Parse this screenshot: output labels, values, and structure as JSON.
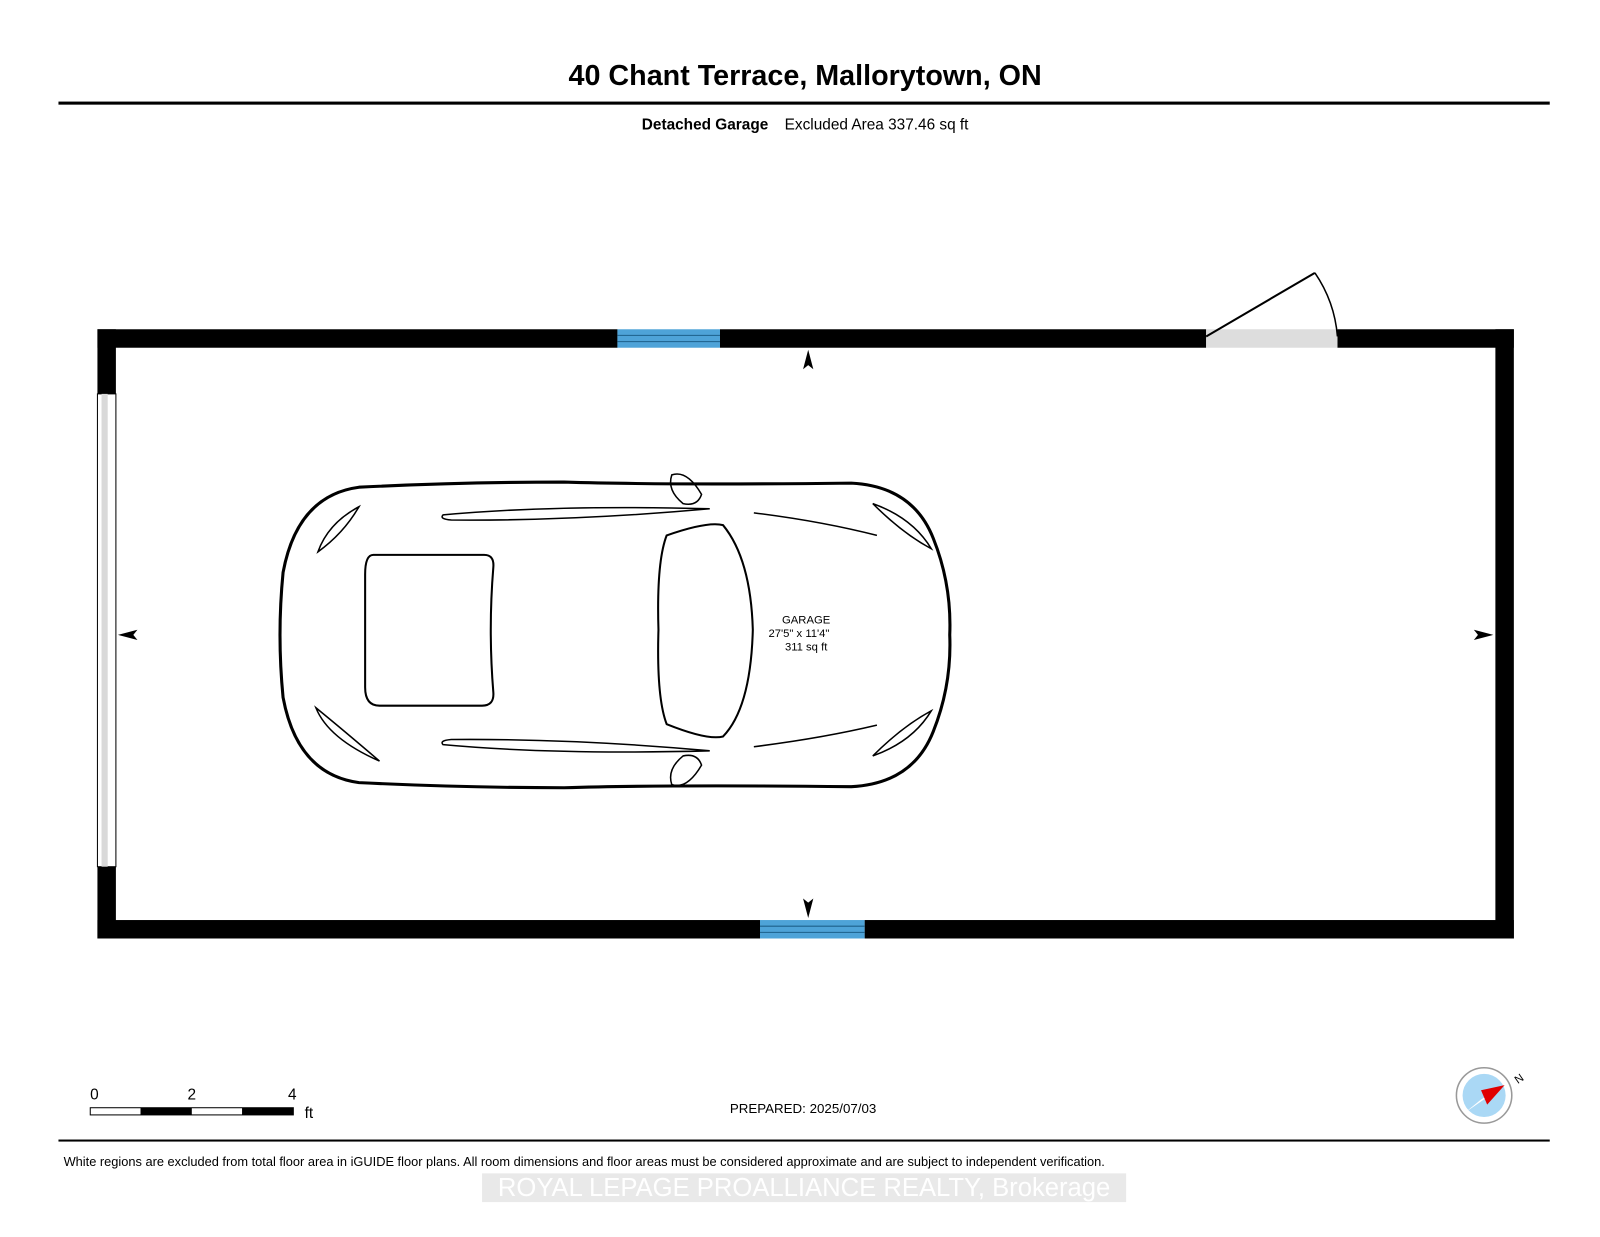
{
  "header": {
    "title": "40 Chant Terrace, Mallorytown, ON",
    "level_name": "Detached Garage",
    "area_summary": "Excluded Area 337.46 sq ft"
  },
  "room": {
    "name": "GARAGE",
    "dimensions": "27'5\" x 11'4\"",
    "area": "311 sq ft"
  },
  "scale_bar": {
    "ticks": [
      "0",
      "2",
      "4"
    ],
    "unit": "ft"
  },
  "prepared": "PREPARED: 2025/07/03",
  "compass": {
    "label": "N",
    "color_pointer": "#e00000",
    "color_disc": "#aad8f5"
  },
  "disclaimer": "White regions are excluded from total floor area in iGUIDE floor plans. All room dimensions and floor areas must be considered approximate and are subject to independent verification.",
  "watermark": "ROYAL LEPAGE PROALLIANCE REALTY, Brokerage",
  "colors": {
    "wall": "#000000",
    "window": "#4ea3d8",
    "door_gap": "#d9d9d9"
  }
}
